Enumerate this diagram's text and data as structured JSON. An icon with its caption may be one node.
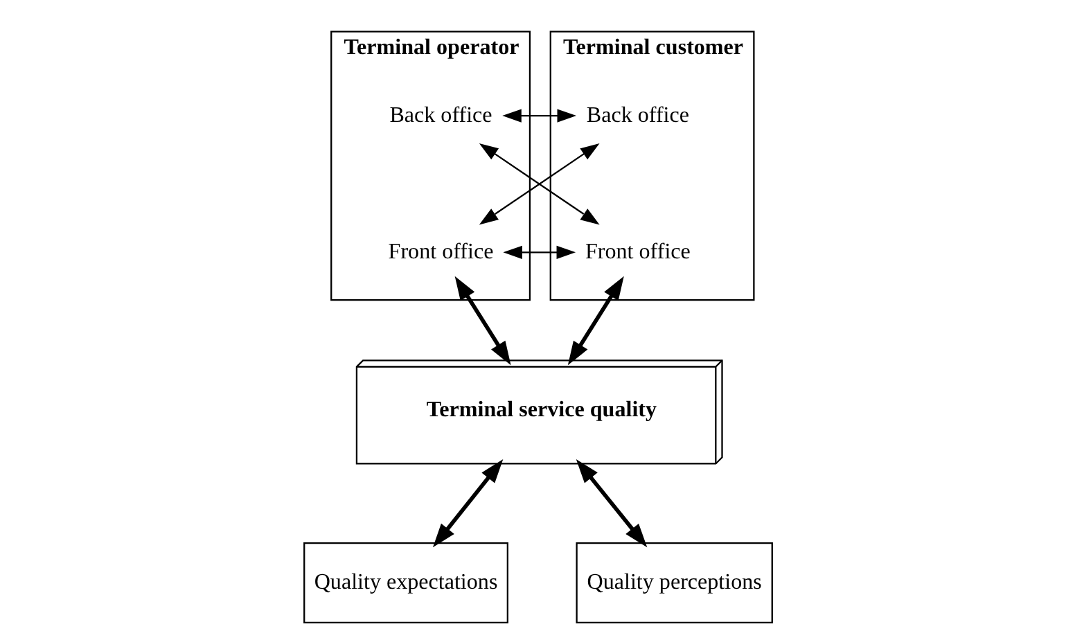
{
  "diagram": {
    "nodes": [
      {
        "text": [
          "Terminal operator"
        ]
      },
      {
        "text": [
          "Back office"
        ],
        "in": 0
      },
      {
        "text": [
          "Front office"
        ],
        "in": 0
      },
      {
        "text": [
          "Terminal customer"
        ]
      },
      {
        "text": [
          "Back office"
        ],
        "in": 3
      },
      {
        "text": [
          "Front office"
        ],
        "in": 3
      },
      {
        "text": [
          "Terminal service quality"
        ]
      },
      {
        "text": [
          "Quality expectations"
        ]
      },
      {
        "text": [
          "Quality perceptions"
        ]
      }
    ],
    "edges": [
      {
        "from": 1,
        "to": 4,
        "arrow": "both"
      },
      {
        "from": 1,
        "to": 5,
        "arrow": "both"
      },
      {
        "from": 2,
        "to": 4,
        "arrow": "both"
      },
      {
        "from": 2,
        "to": 5,
        "arrow": "both"
      },
      {
        "from": 2,
        "to": 6,
        "arrow": "both",
        "style": "thick"
      },
      {
        "from": 5,
        "to": 6,
        "arrow": "both",
        "style": "thick"
      },
      {
        "from": 6,
        "to": 7,
        "arrow": "both",
        "style": "thick"
      },
      {
        "from": 6,
        "to": 8,
        "arrow": "both",
        "style": "thick"
      }
    ]
  }
}
